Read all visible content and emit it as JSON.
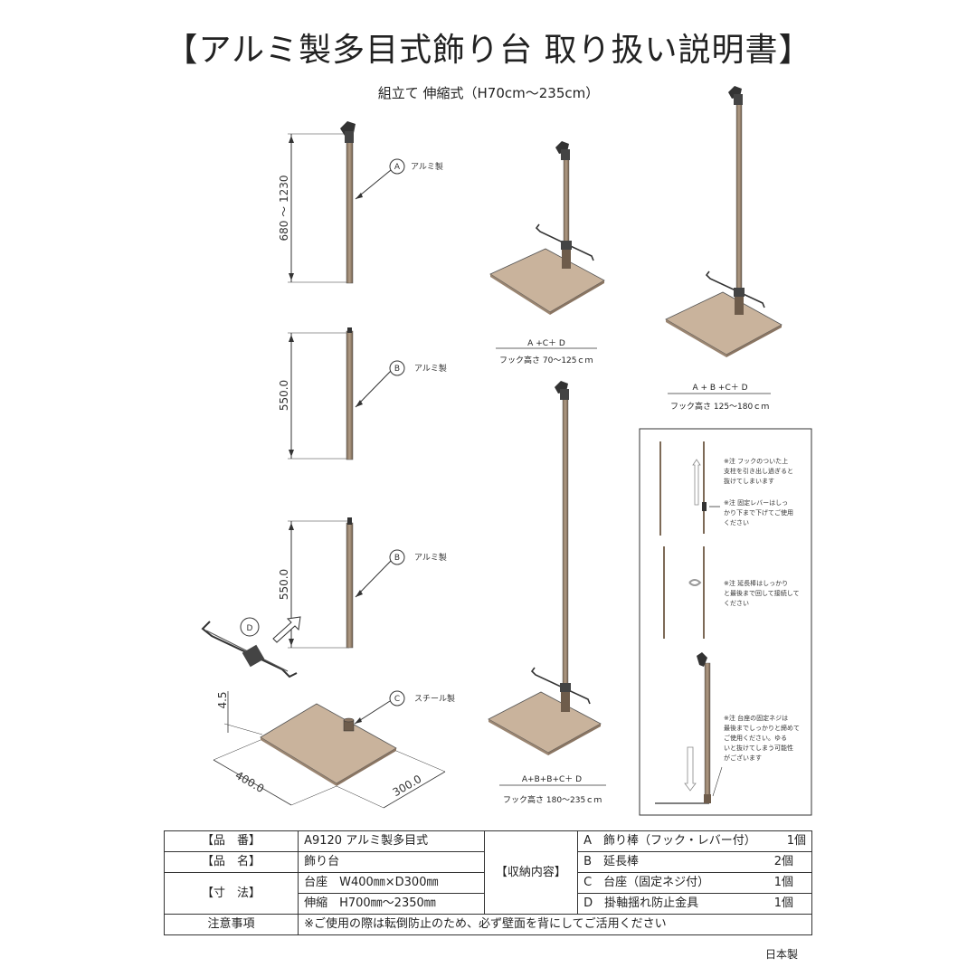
{
  "title": "【アルミ製多目式飾り台 取り扱い説明書】",
  "subtitle": "組立て 伸縮式（H70cm〜235cm）",
  "parts": {
    "a": {
      "letter": "A",
      "label": "アルミ製",
      "dim": "680 ～ 1230"
    },
    "b1": {
      "letter": "B",
      "label": "アルミ製",
      "dim": "550.0"
    },
    "b2": {
      "letter": "B",
      "label": "アルミ製",
      "dim": "550.0"
    },
    "d": {
      "letter": "D"
    },
    "c": {
      "letter": "C",
      "label": "スチール製",
      "dim_h": "4.5",
      "dim_w": "400.0",
      "dim_d": "300.0"
    }
  },
  "configs": [
    {
      "formula": "A +C＋ D",
      "caption": "フック高さ 70～125ｃｍ"
    },
    {
      "formula": "A + B +C＋ D",
      "caption": "フック高さ 125～180ｃｍ"
    },
    {
      "formula": "A+B+B+C＋ D",
      "caption": "フック高さ 180～235ｃｍ"
    }
  ],
  "notes": [
    {
      "lines": [
        "※注 フックのついた上",
        "支柱を引き出し過ぎると",
        "抜けてしまいます"
      ]
    },
    {
      "lines": [
        "※注 固定レバーはしっ",
        "かり下まで下げてご使用",
        "ください"
      ]
    },
    {
      "lines": [
        "※注 延長棒はしっかり",
        "と最後まで回して接続して",
        "ください"
      ]
    },
    {
      "lines": [
        "※注 台座の固定ネジは",
        "最後までしっかりと締めて",
        "ご使用ください。ゆる",
        "いと抜けてしまう可能性",
        "がございます"
      ]
    }
  ],
  "spec": {
    "row1": {
      "h": "【品　番】",
      "v": "A9120 アルミ製多目式"
    },
    "row2": {
      "h": "【品　名】",
      "v": "飾り台"
    },
    "row3": {
      "h": "【寸　法】",
      "v1": "台座　W400㎜×D300㎜",
      "v2": "伸縮　H700㎜～2350㎜"
    },
    "contents_header": "【収納内容】",
    "items": [
      {
        "letter": "A",
        "name": "飾り棒（フック・レバー付）",
        "qty": "1個"
      },
      {
        "letter": "B",
        "name": "延長棒",
        "qty": "2個"
      },
      {
        "letter": "C",
        "name": "台座（固定ネジ付）",
        "qty": "1個"
      },
      {
        "letter": "D",
        "name": "掛軸揺れ防止金具",
        "qty": "1個"
      }
    ],
    "caution_header": "注意事項",
    "caution": "※ご使用の際は転倒防止のため、必ず壁面を背にしてご活用ください"
  },
  "origin": "日本製",
  "colors": {
    "pole": "#9a8571",
    "base": "#c9b39c",
    "line": "#333333"
  }
}
